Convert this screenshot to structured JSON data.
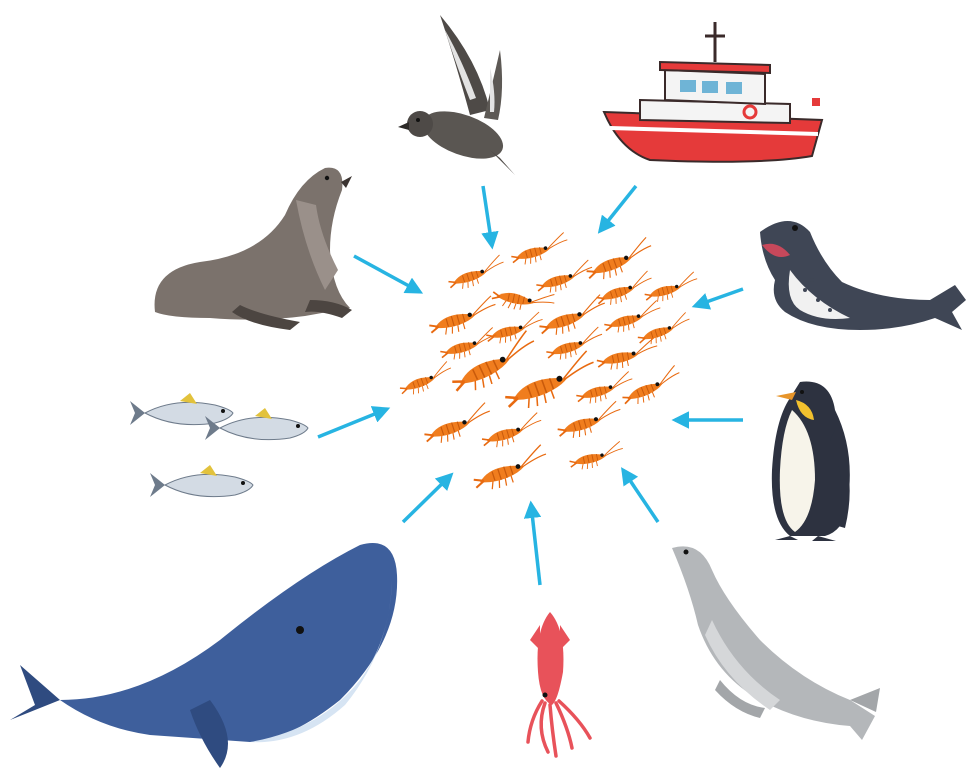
{
  "diagram": {
    "subject": "krill-swarm",
    "arrow_color": "#27b4e2",
    "nodes": [
      {
        "id": "bird",
        "icon": "petrel-bird-icon"
      },
      {
        "id": "boat",
        "icon": "fishing-boat-icon"
      },
      {
        "id": "sea-lion",
        "icon": "sea-lion-icon"
      },
      {
        "id": "leopard-seal",
        "icon": "leopard-seal-icon"
      },
      {
        "id": "tuna",
        "icon": "tuna-fish-icon"
      },
      {
        "id": "penguin",
        "icon": "emperor-penguin-icon"
      },
      {
        "id": "whale",
        "icon": "blue-whale-icon"
      },
      {
        "id": "squid",
        "icon": "squid-icon"
      },
      {
        "id": "grey-seal",
        "icon": "grey-seal-icon"
      }
    ],
    "edges": [
      {
        "from": "bird",
        "to": "krill"
      },
      {
        "from": "boat",
        "to": "krill"
      },
      {
        "from": "sea-lion",
        "to": "krill"
      },
      {
        "from": "leopard-seal",
        "to": "krill"
      },
      {
        "from": "tuna",
        "to": "krill"
      },
      {
        "from": "penguin",
        "to": "krill"
      },
      {
        "from": "whale",
        "to": "krill"
      },
      {
        "from": "squid",
        "to": "krill"
      },
      {
        "from": "grey-seal",
        "to": "krill"
      }
    ]
  }
}
